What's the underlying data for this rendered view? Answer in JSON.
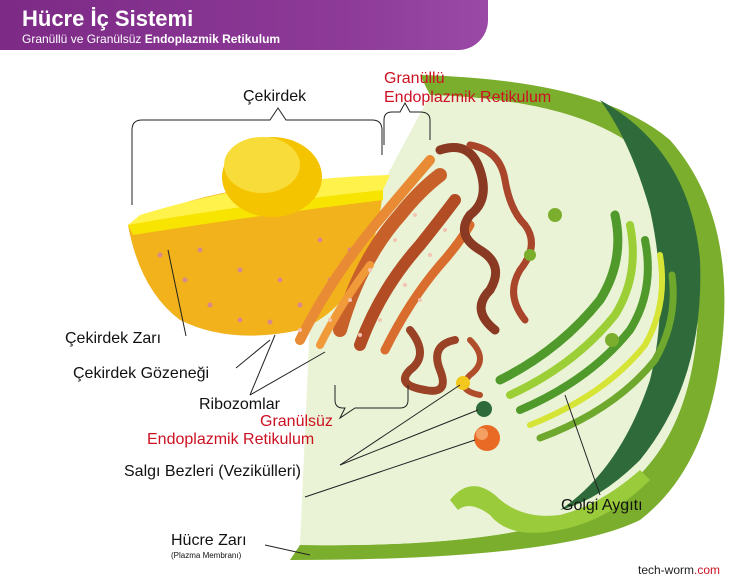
{
  "header": {
    "title": "Hücre İç Sistemi",
    "subtitle_plain": "Granüllü ve Granülsüz ",
    "subtitle_bold": "Endoplazmik Retikulum"
  },
  "labels": {
    "cekirdek": "Çekirdek",
    "granullu_line1": "Granüllü",
    "granullu_line2": "Endoplazmik Retikulum",
    "cekirdek_zari": "Çekirdek Zarı",
    "cekirdek_gozenegi": "Çekirdek Gözeneği",
    "ribozomlar": "Ribozomlar",
    "granulsuz_line1": "Granülsüz",
    "granulsuz_line2": "Endoplazmik Retikulum",
    "salgi": "Salgı Bezleri (Vezikülleri)",
    "golgi": "Golgi Aygıtı",
    "hucre_zari": "Hücre Zarı",
    "plazma": "(Plazma Membranı)"
  },
  "credit": {
    "site": "tech-worm",
    "domain": ".com"
  },
  "colors": {
    "banner": "#8d3a98",
    "label_red": "#cc1122",
    "nucleus_yellow": "#f5e000",
    "nucleus_orange": "#f2b21c",
    "rough_er": "#c8602a",
    "smooth_er": "#8a3a22",
    "golgi_green": "#7ab82e",
    "membrane_dark": "#2f6b3a",
    "cytoplasm": "#eaf3d6"
  }
}
